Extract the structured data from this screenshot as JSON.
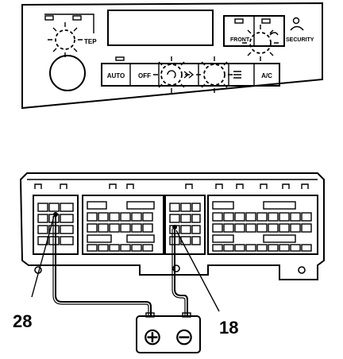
{
  "control_panel": {
    "left_button_label": "TEP",
    "right_button_label": "FRONT",
    "security_label": "SECURITY",
    "buttons": [
      "AUTO",
      "OFF",
      "A/C"
    ]
  },
  "ecu": {
    "terminals": [
      {
        "label": "28"
      },
      {
        "label": "18"
      }
    ]
  },
  "battery": {
    "positive_symbol": "⊕",
    "negative_symbol": "⊖"
  }
}
